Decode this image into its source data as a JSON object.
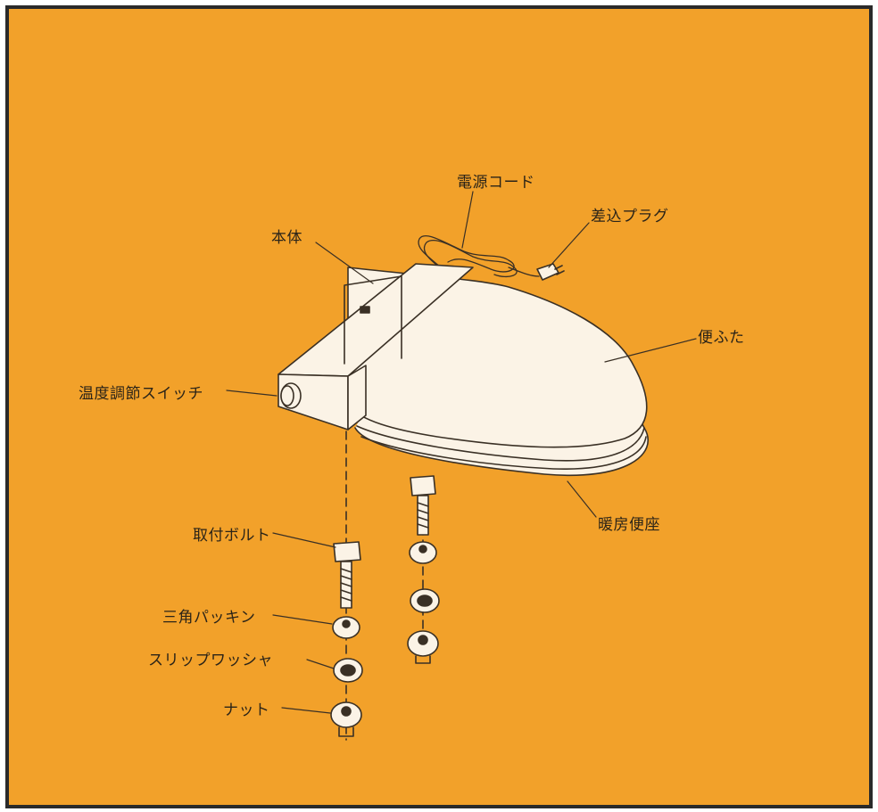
{
  "colors": {
    "background": "#f2a12a",
    "frame": "#2a2a2a",
    "part_fill": "#fbf3e6",
    "line": "#3a3025"
  },
  "labels": {
    "power_cord": "電源コード",
    "plug": "差込プラグ",
    "body": "本体",
    "lid": "便ふた",
    "temp_switch": "温度調節スイッチ",
    "heated_seat": "暖房便座",
    "mount_bolt": "取付ボルト",
    "triangle_packing": "三角パッキン",
    "slip_washer": "スリップワッシャ",
    "nut": "ナット"
  }
}
